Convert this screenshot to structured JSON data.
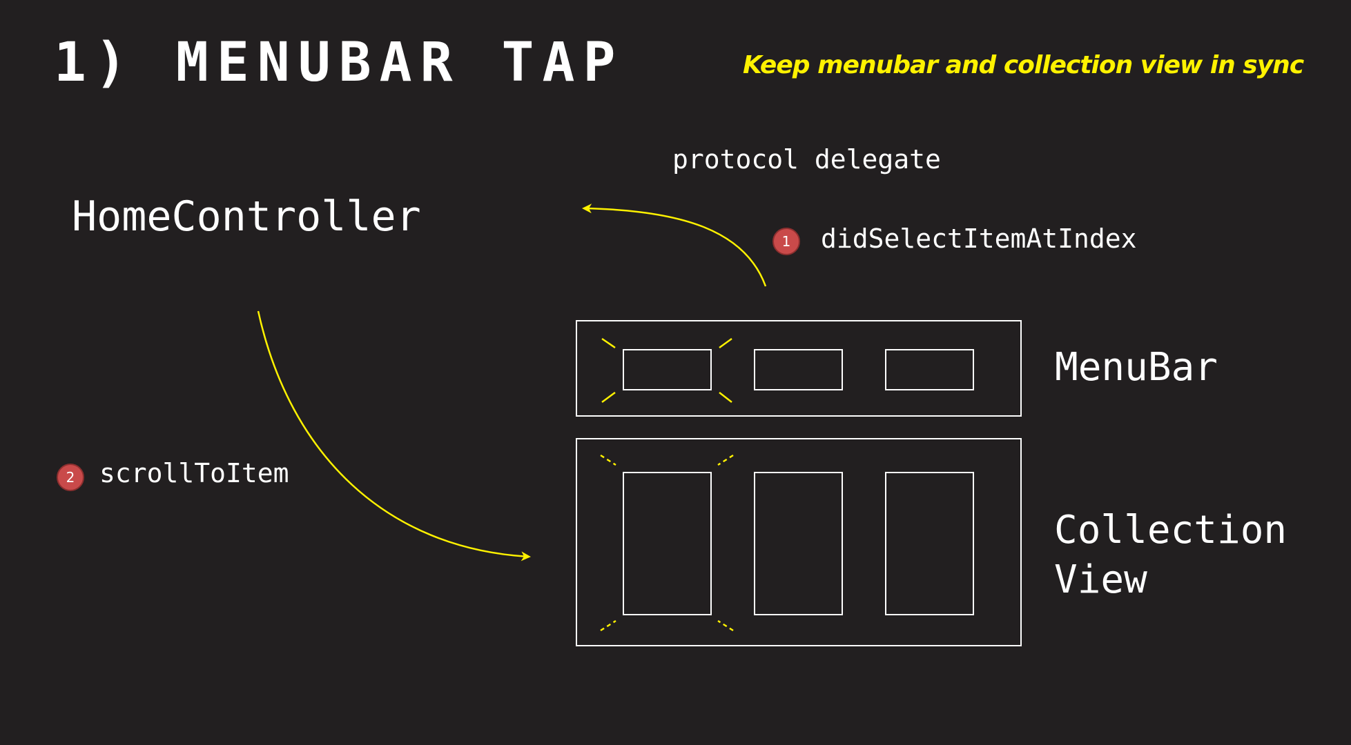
{
  "title": "1) MENUBAR TAP",
  "subtitle": "Keep menubar and collection view in sync",
  "home_controller": "HomeController",
  "protocol_label": "protocol delegate",
  "steps": [
    {
      "number": "1",
      "label": "didSelectItemAtIndex"
    },
    {
      "number": "2",
      "label": "scrollToItem"
    }
  ],
  "menubar_label": "MenuBar",
  "collection_label": "Collection\nView",
  "colors": {
    "background": "#221f20",
    "accent": "#fff200",
    "badge": "#c94a4a",
    "text": "#ffffff"
  }
}
